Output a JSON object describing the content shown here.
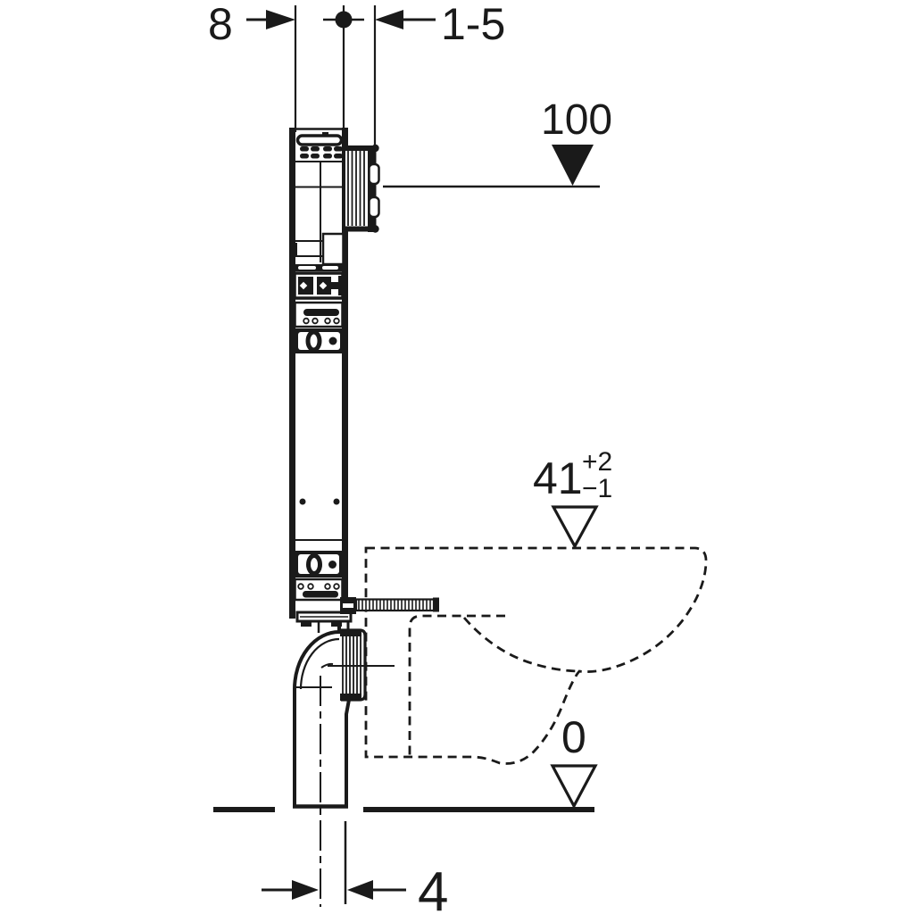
{
  "meta": {
    "background": "#ffffff",
    "line_color": "#1a1a1a",
    "drawing_kind": "wall-hung toilet mounting frame, side section"
  },
  "dimensions": {
    "frame_depth": "8",
    "finished_wall_range": "1-5",
    "pipe_center_offset": "4"
  },
  "levels": {
    "top": {
      "value": "100"
    },
    "bowl": {
      "value": "41",
      "tol_plus": "+2",
      "tol_minus": "−1"
    },
    "floor": {
      "value": "0"
    }
  }
}
